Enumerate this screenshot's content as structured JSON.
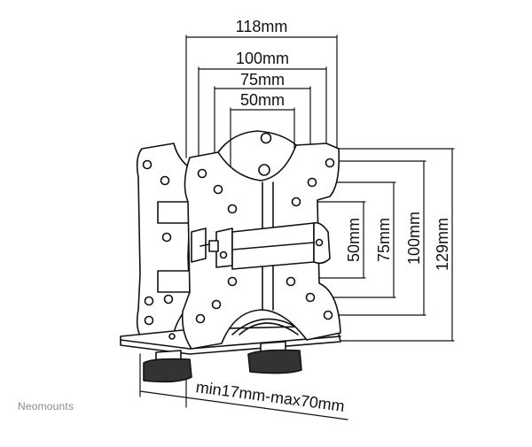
{
  "dimensions": {
    "width_118": "118mm",
    "width_100": "100mm",
    "width_75": "75mm",
    "width_50": "50mm",
    "height_50": "50mm",
    "height_75": "75mm",
    "height_100": "100mm",
    "height_129": "129mm",
    "clamp_range": "min17mm-max70mm"
  },
  "brand": {
    "name": "Neomounts"
  },
  "colors": {
    "line": "#111111",
    "brand_text": "#8a8a8a",
    "background": "#ffffff"
  }
}
